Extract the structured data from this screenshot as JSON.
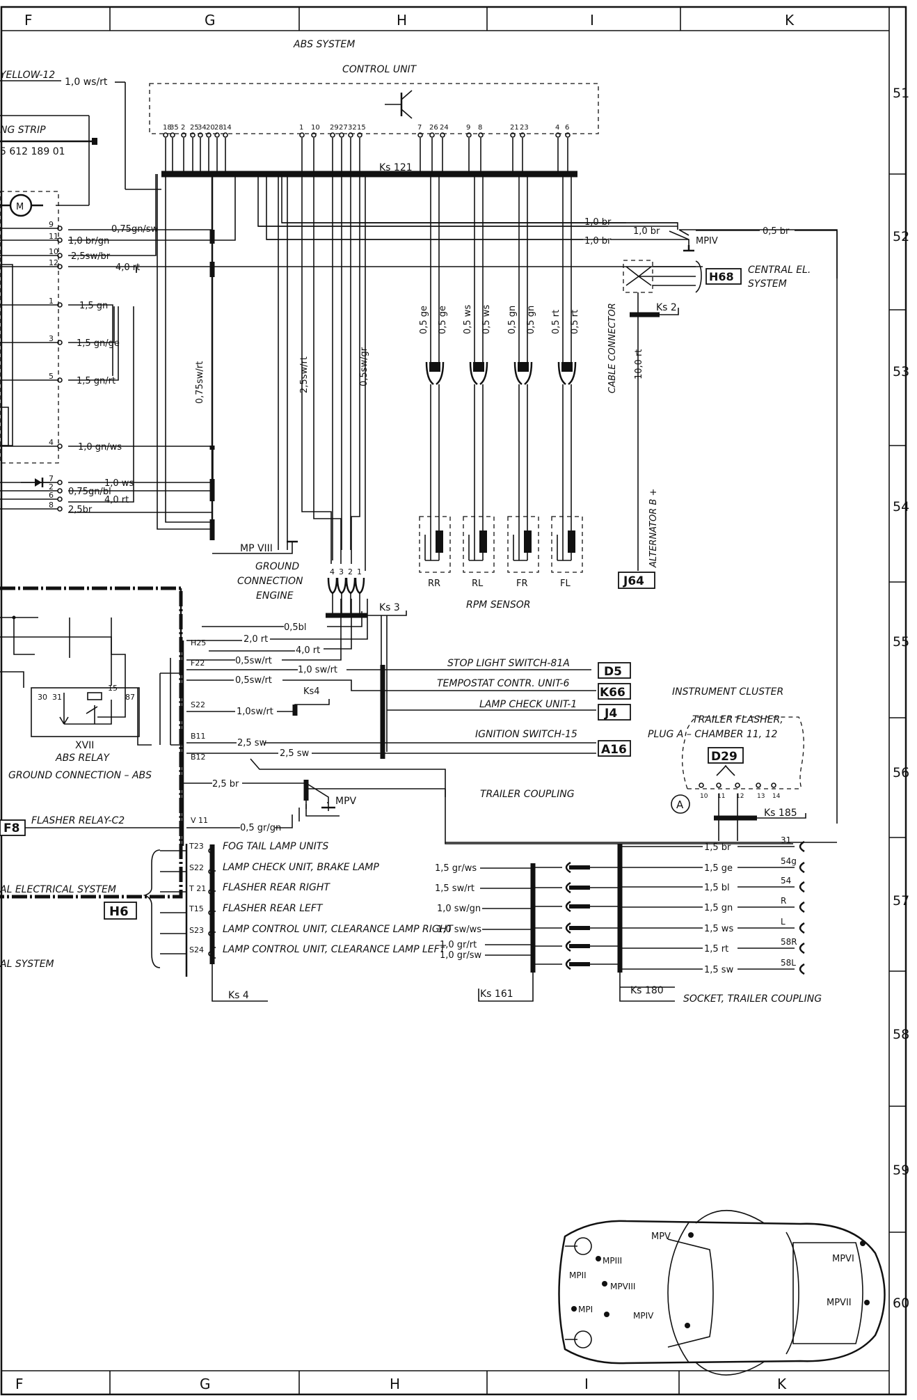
{
  "grid": {
    "columns": [
      "F",
      "G",
      "H",
      "I",
      "K"
    ],
    "rows": [
      "51",
      "52",
      "53",
      "54",
      "55",
      "56",
      "57",
      "58",
      "59",
      "60"
    ]
  },
  "abs": {
    "system_title": "ABS SYSTEM",
    "control_unit": "CONTROL UNIT",
    "pins": [
      "18",
      "35",
      "2",
      "25",
      "34",
      "20",
      "28",
      "14",
      "1",
      "10",
      "29",
      "27",
      "32",
      "15",
      "7",
      "26",
      "24",
      "9",
      "8",
      "21",
      "23",
      "4",
      "6"
    ],
    "harness": "Ks 121"
  },
  "left_column": {
    "yellow": "YELLOW-12",
    "yellow_wire": "1,0 ws/rt",
    "strip": "NG STRIP",
    "part_no": "5 612 189 01",
    "pins": [
      {
        "num": "9",
        "wire": "0,75gn/sw"
      },
      {
        "num": "11",
        "wire": "1,0 br/gn"
      },
      {
        "num": "10",
        "wire": "2,5sw/br"
      },
      {
        "num": "12",
        "wire": "4,0 rt"
      },
      {
        "num": "1",
        "wire": "1,5 gn"
      },
      {
        "num": "3",
        "wire": "1,5 gn/ge"
      },
      {
        "num": "5",
        "wire": "1,5 gn/rt"
      },
      {
        "num": "4",
        "wire": "1,0 gn/ws"
      },
      {
        "num": "7",
        "wire": "1,0 ws"
      },
      {
        "num": "2",
        "wire": "0,75gn/bl"
      },
      {
        "num": "6",
        "wire": "4,0 rt"
      },
      {
        "num": "8",
        "wire": "2,5br"
      }
    ]
  },
  "right_upper": {
    "w1": "1,0 br",
    "w2": "1,0 br",
    "w3": "1,0 br",
    "w4": "0,5 br",
    "mpiv": "MPIV",
    "h68": "H68",
    "central_el": "CENTRAL EL.",
    "system": "SYSTEM",
    "ks2": "Ks 2",
    "cable_connector": "CABLE CONNECTOR",
    "alt_wire": "10,0 rt",
    "alternator": "ALTERNATOR B +",
    "j64": "J64"
  },
  "vertical_wires": {
    "v1": "0,75sw/rt",
    "v2": "2,5sw/rt",
    "v3": "0,5sw/gr"
  },
  "sensors": {
    "wires": [
      [
        "0,5 ge",
        "0,5 ge"
      ],
      [
        "0,5 ws",
        "0,5 ws"
      ],
      [
        "0,5 gn",
        "0,5 gn"
      ],
      [
        "0,5 rt",
        "0,5 rt"
      ]
    ],
    "labels": [
      "RR",
      "RL",
      "FR",
      "FL"
    ],
    "title": "RPM SENSOR"
  },
  "ground_engine": {
    "mp": "MP VIII",
    "line1": "GROUND",
    "line2": "CONNECTION",
    "line3": "ENGINE",
    "plug_pins": [
      "4",
      "3",
      "2",
      "1"
    ],
    "ks3": "Ks 3"
  },
  "middle": {
    "h25": "H25",
    "f22": "F22",
    "s22": "S22",
    "b11": "B11",
    "b12": "B12",
    "v11": "V 11",
    "w_05bl": "0,5bl",
    "w_20rt": "2,0 rt",
    "w_40rt": "4,0 rt",
    "w_05swrt_a": "0,5sw/rt",
    "w_10swrt_a": "1,0 sw/rt",
    "w_05swrt_b": "0,5sw/rt",
    "w_10swrt_b": "1,0sw/rt",
    "ks4": "Ks4",
    "w_25sw_a": "2,5 sw",
    "w_25sw_b": "2,5 sw",
    "w_25br": "2,5 br",
    "mpv": "MPV",
    "w_05grgn": "0,5 gr/gn",
    "stop": "STOP LIGHT SWITCH-81A",
    "d5": "D5",
    "tempostat": "TEMPOSTAT CONTR. UNIT-6",
    "k66": "K66",
    "lamp_check": "LAMP CHECK UNIT-1",
    "j4": "J4",
    "ignition": "IGNITION SWITCH-15",
    "a16": "A16",
    "trailer_coupling": "TRAILER COUPLING"
  },
  "relay": {
    "t30": "30",
    "t31": "31",
    "t15": "15",
    "t87": "87",
    "roman": "XVII",
    "name": "ABS RELAY",
    "ground": "GROUND CONNECTION – ABS",
    "f8": "F8",
    "flasher": "FLASHER RELAY-C2"
  },
  "instrument": {
    "title": "INSTRUMENT CLUSTER",
    "trailer_flasher": "TRAILER FLASHER,",
    "plug": "PLUG A – CHAMBER 11, 12",
    "d29": "D29",
    "pins": [
      "10",
      "11",
      "12",
      "13",
      "14"
    ],
    "circle": "A",
    "ks185": "Ks 185"
  },
  "lower": {
    "pins": [
      "T23",
      "S22",
      "T 21",
      "T15",
      "S23",
      "S24"
    ],
    "labels": [
      "FOG TAIL LAMP UNITS",
      "LAMP CHECK UNIT, BRAKE LAMP",
      "FLASHER REAR RIGHT",
      "FLASHER REAR LEFT",
      "LAMP CONTROL UNIT, CLEARANCE LAMP RIGHT",
      "LAMP CONTROL UNIT, CLEARANCE LAMP LEFT"
    ],
    "mid_wires": [
      "1,5 gr/ws",
      "1,5 sw/rt",
      "1,0 sw/gn",
      "1,0 sw/ws",
      "1,0 gr/rt",
      "1,0 gr/sw"
    ],
    "right_wires": [
      "1,5 br",
      "1,5 ge",
      "1,5 bl",
      "1,5 gn",
      "1,5 ws",
      "1,5 rt",
      "1,5 sw"
    ],
    "terminals": [
      "31",
      "54g",
      "54",
      "R",
      "L",
      "58R",
      "58L"
    ],
    "central_el": "AL ELECTRICAL SYSTEM",
    "h6": "H6",
    "al_system": "AL SYSTEM",
    "ks4": "Ks 4",
    "ks161": "Ks 161",
    "ks180": "Ks 180",
    "socket": "SOCKET, TRAILER COUPLING"
  },
  "car": {
    "points": [
      "MPV",
      "MPIII",
      "MPII",
      "MPVIII",
      "MPI",
      "MPIV",
      "MPVI",
      "MPVII"
    ]
  }
}
